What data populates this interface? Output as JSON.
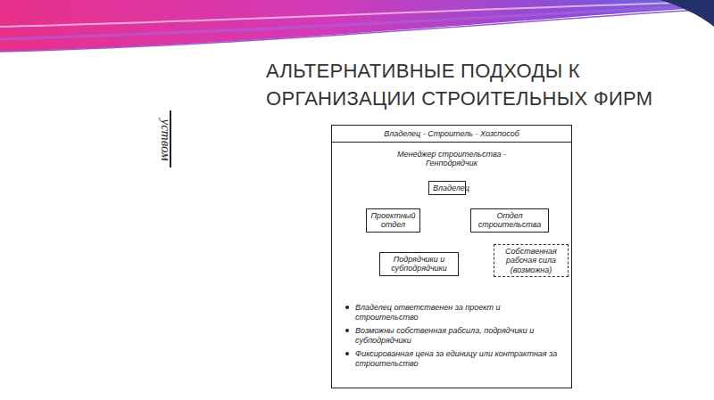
{
  "diagram": {
    "title": "АЛЬТЕРНАТИВНЫЕ ПОДХОДЫ К ОРГАНИЗАЦИИ СТРОИТЕЛЬНЫХ ФИРМ",
    "nodes": [
      {
        "text": [
          "Владелец - Строитель - Хозспособ",
          "Менеджер строительства - Генподрядчик"
        ]
      },
      {
        "text": [
          "Владелец"
        ],
        "in": 0
      },
      {
        "text": [
          "Проектный отдел"
        ],
        "in": 0
      },
      {
        "text": [
          "Отдел строительства"
        ],
        "in": 0
      },
      {
        "text": [
          "Подрядчики и субподрядчики"
        ],
        "in": 0
      },
      {
        "text": [
          "Собственная рабочая сила (возможна)"
        ],
        "in": 0
      }
    ],
    "edges": [
      {
        "from": 1,
        "to": 2,
        "arrow": "none"
      },
      {
        "from": 1,
        "to": 3,
        "arrow": "none"
      },
      {
        "from": 3,
        "to": 4,
        "arrow": "none"
      },
      {
        "from": 3,
        "to": 5,
        "arrow": "none"
      }
    ],
    "labels": [
      "уством",
      "Владелец ответственен за проект и строительство",
      "Возможны собственная рабсила, подрядчики и субподрядчики",
      "Фиксированная цена за единицу или контрактная за строительство"
    ]
  }
}
